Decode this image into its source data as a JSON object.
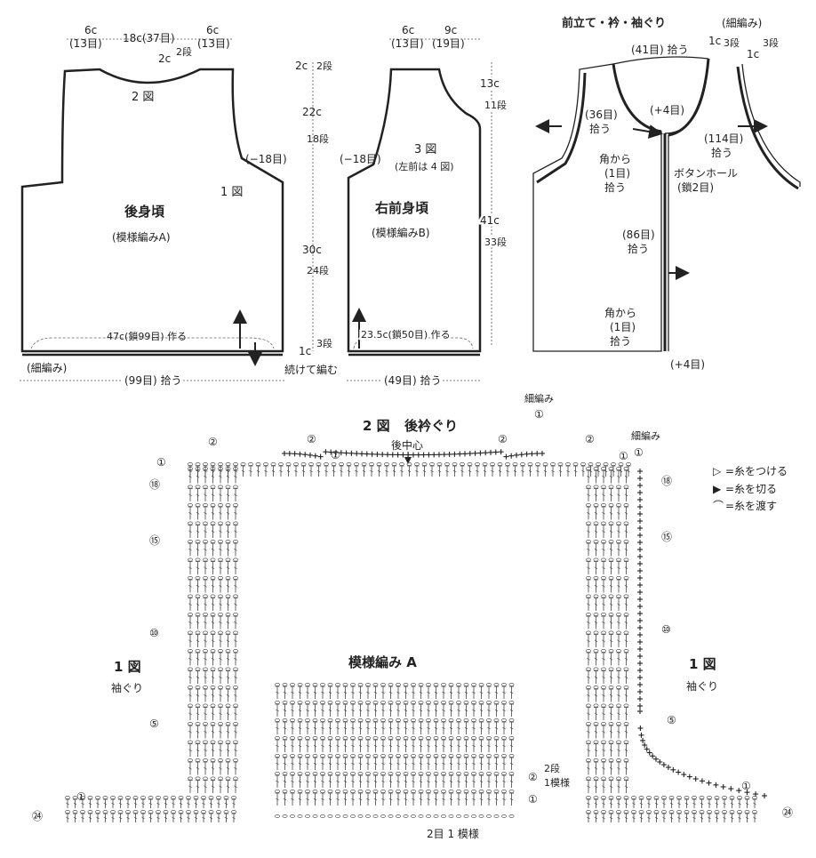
{
  "back": {
    "title": "後身頃",
    "pattern": "(模様編みA)",
    "fig2": "2 図",
    "fig1": "1 図",
    "top_left_w": "6c",
    "top_left_st": "(13目)",
    "top_mid": "18c(37目)",
    "top_mid_rows": "2段",
    "top_right_w": "6c",
    "top_right_st": "(13目)",
    "neck_depth": "2c",
    "dec": "(−18目)",
    "bottom_chain": "47c(鎖99目) 作る",
    "border": "(細編み)",
    "pickup": "(99目) 拾う"
  },
  "heights": {
    "h1": "2c",
    "h1_rows": "2段",
    "h2": "22c",
    "h2_rows": "18段",
    "h3": "30c",
    "h3_rows": "24段",
    "h4": "1c",
    "h4_rows": "3段",
    "continue": "続けて編む"
  },
  "front": {
    "title": "右前身頃",
    "pattern": "(模様編みB)",
    "fig3": "3 図",
    "fig3_note": "(左前は 4 図)",
    "top_left_w": "6c",
    "top_left_st": "(13目)",
    "top_mid_w": "9c",
    "top_mid_st": "(19目)",
    "dec": "(−18目)",
    "right_h1": "13c",
    "right_h1_rows": "11段",
    "right_h2": "41c",
    "right_h2_rows": "33段",
    "bottom_chain": "23.5c(鎖50目) 作る",
    "pickup": "(49目) 拾う"
  },
  "border_diagram": {
    "title": "前立て・衿・袖ぐり",
    "subtitle": "(細編み)",
    "l41": "(41目) 拾う",
    "l1c_a": "1c",
    "l3_a": "3段",
    "l1c_b": "1c",
    "l3_b": "3段",
    "l36": "(36目)",
    "l36b": "拾う",
    "plus4_top": "(+4目)",
    "l114": "(114目)",
    "l114b": "拾う",
    "corner1": "角から",
    "corner1b": "(1目)",
    "corner1c": "拾う",
    "buttonhole": "ボタンホール",
    "buttonhole_b": "(鎖2目)",
    "l86": "(86目)",
    "l86b": "拾う",
    "corner2": "角から",
    "corner2b": "(1目)",
    "corner2c": "拾う",
    "plus4_bottom": "(+4目)"
  },
  "chart": {
    "title_fig": "2 図",
    "title": "後衿ぐり",
    "back_center": "後中心",
    "sc_top": "細編み",
    "sc_right": "細編み",
    "r1": "①",
    "r2": "②",
    "r5": "⑤",
    "r10": "⑩",
    "r15": "⑮",
    "r18": "⑱",
    "r24": "㉔",
    "left_fig": "1 図",
    "left_fig_sub": "袖ぐり",
    "right_fig": "1 図",
    "right_fig_sub": "袖ぐり",
    "pattern_title": "模様編み A",
    "pattern_rows": "2段",
    "pattern_rows_b": "1模様",
    "pattern_st": "2目 1 模様"
  },
  "legend": [
    {
      "symbol": "▷",
      "text": "=糸をつける"
    },
    {
      "symbol": "▶",
      "text": "=糸を切る"
    },
    {
      "symbol": "⌒",
      "text": "=糸を渡す"
    }
  ]
}
